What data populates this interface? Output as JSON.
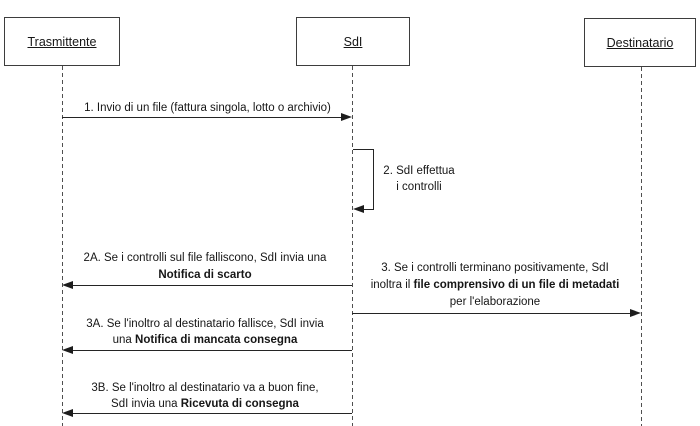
{
  "colors": {
    "background": "#ffffff",
    "line": "#242424",
    "text": "#161616"
  },
  "actors": [
    {
      "label": "Trasmittente"
    },
    {
      "label": "SdI"
    },
    {
      "label": "Destinatario"
    }
  ],
  "messages": {
    "m1": {
      "text": "1. Invio di un file (fattura singola, lotto o archivio)"
    },
    "m2": {
      "line1": "2. SdI effettua",
      "line2": "i controlli"
    },
    "m2a": {
      "line1": "2A. Se i controlli sul file falliscono, SdI invia una",
      "line2_bold": "Notifica di scarto"
    },
    "m3": {
      "line1": "3. Se i controlli terminano positivamente, SdI",
      "line2_prefix": "inoltra il ",
      "line2_bold": "file comprensivo di un file di metadati",
      "line3": "per l'elaborazione"
    },
    "m3a": {
      "line1": "3A. Se l'inoltro al destinatario fallisce, SdI invia",
      "line2_prefix": "una ",
      "line2_bold": "Notifica di mancata consegna"
    },
    "m3b": {
      "line1": "3B. Se l'inoltro al destinatario va a buon fine,",
      "line2_prefix": "SdI invia una ",
      "line2_bold": "Ricevuta di consegna"
    }
  }
}
